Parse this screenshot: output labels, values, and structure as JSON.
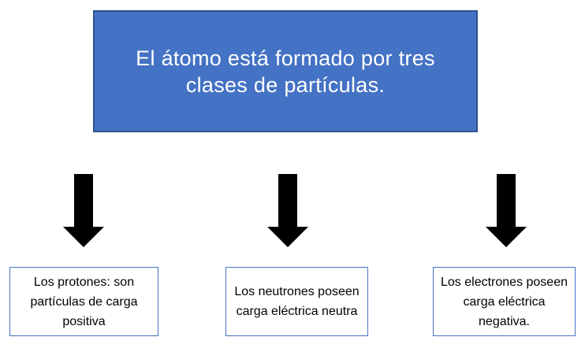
{
  "main_box": {
    "text": "El átomo está formado por tres clases de partículas."
  },
  "leaves": [
    {
      "text": "Los protones: son partículas de carga positiva"
    },
    {
      "text": "Los neutrones poseen carga eléctrica neutra"
    },
    {
      "text": "Los electrones poseen carga eléctrica negativa."
    }
  ],
  "colors": {
    "main_fill": "#4472c4",
    "main_border": "#2f528f",
    "leaf_border": "#4472c4",
    "arrow": "#000000"
  },
  "icons": [
    "down-arrow-icon",
    "down-arrow-icon",
    "down-arrow-icon"
  ]
}
